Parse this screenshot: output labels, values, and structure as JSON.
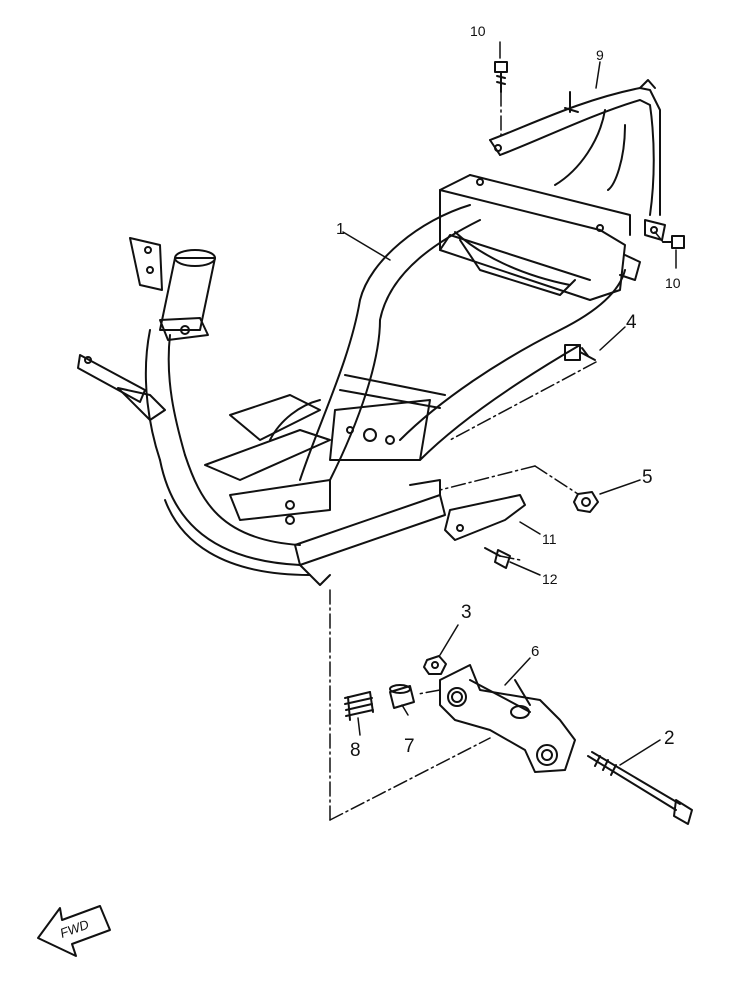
{
  "diagram": {
    "callouts": [
      "1",
      "2",
      "3",
      "4",
      "5",
      "6",
      "7",
      "8",
      "9",
      "10",
      "10",
      "11",
      "12"
    ],
    "forward_arrow": "FWD"
  }
}
